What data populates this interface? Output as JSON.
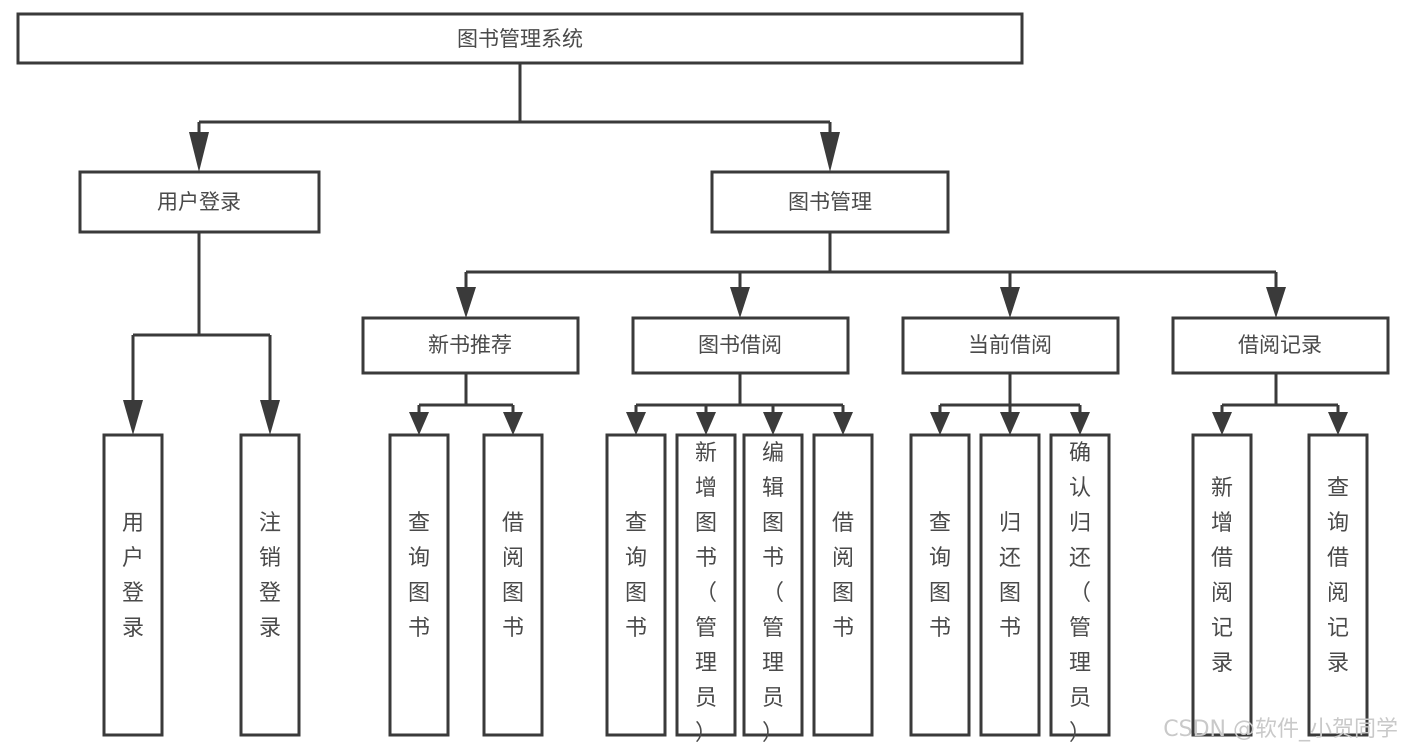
{
  "diagram": {
    "type": "tree-hierarchy-chart",
    "orientation": "top-down",
    "title": "图书管理系统",
    "background_color": "#ffffff",
    "box_stroke_color": "#3a3a3a",
    "box_fill_color": "#ffffff",
    "text_color": "#4a4a4a",
    "connector_color": "#3a3a3a"
  },
  "root": {
    "label": "图书管理系统"
  },
  "level2": [
    {
      "label": "用户登录"
    },
    {
      "label": "图书管理"
    }
  ],
  "level3": [
    {
      "label": "新书推荐"
    },
    {
      "label": "图书借阅"
    },
    {
      "label": "当前借阅"
    },
    {
      "label": "借阅记录"
    }
  ],
  "leaves": {
    "user_login": [
      {
        "label": "用户登录"
      },
      {
        "label": "注销登录"
      }
    ],
    "new_book_recommend": [
      {
        "label": "查询图书"
      },
      {
        "label": "借阅图书"
      }
    ],
    "book_borrow": [
      {
        "label": "查询图书"
      },
      {
        "label": "新增图书（管理员）"
      },
      {
        "label": "编辑图书（管理员）"
      },
      {
        "label": "借阅图书"
      }
    ],
    "current_borrow": [
      {
        "label": "查询图书"
      },
      {
        "label": "归还图书"
      },
      {
        "label": "确认归还（管理员）"
      }
    ],
    "borrow_record": [
      {
        "label": "新增借阅记录"
      },
      {
        "label": "查询借阅记录"
      }
    ]
  },
  "watermark": {
    "text": "CSDN @软件_小贺同学",
    "color": "#c9c9c9"
  }
}
